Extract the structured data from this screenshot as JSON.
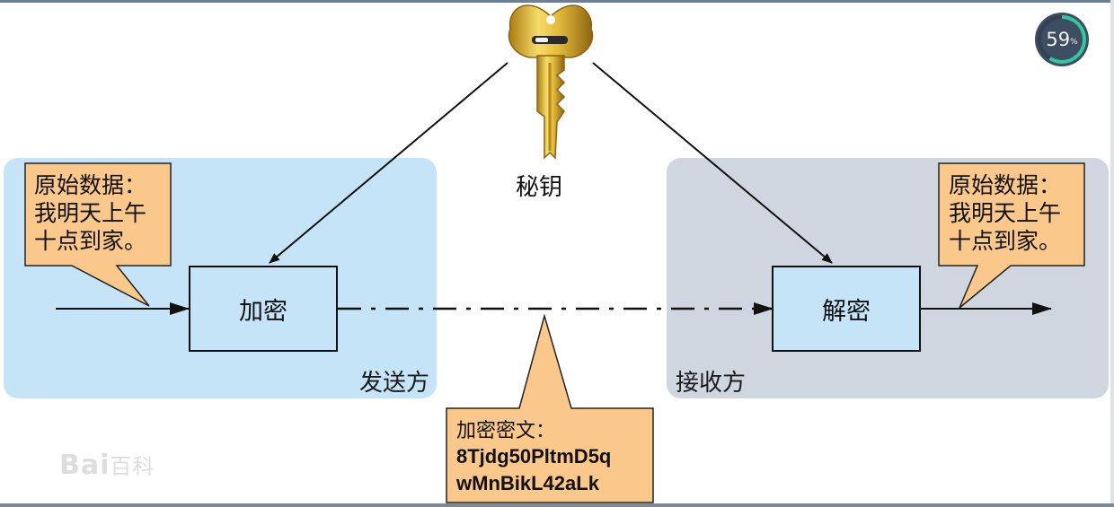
{
  "sender": {
    "zone_label": "发送方",
    "box_label": "加密"
  },
  "receiver": {
    "zone_label": "接收方",
    "box_label": "解密"
  },
  "plaintext_left": {
    "text": "原始数据：\n我明天上午\n十点到家。"
  },
  "plaintext_right": {
    "text": "原始数据：\n我明天上午\n十点到家。"
  },
  "ciphertext": {
    "label": "加密密文：",
    "code": "8Tjdg50PltmD5q\nwMnBikL42aLk"
  },
  "key": {
    "label": "秘钥",
    "icon": "key-icon"
  },
  "progress": {
    "value": 59,
    "unit": "%"
  },
  "watermark": {
    "brand": "Bai",
    "product": "百科"
  },
  "colors": {
    "sender_zone": "#c6e4f7",
    "receiver_zone": "#cfd6df",
    "callout": "#fbc88b",
    "key_gold": "#e2b93b"
  }
}
